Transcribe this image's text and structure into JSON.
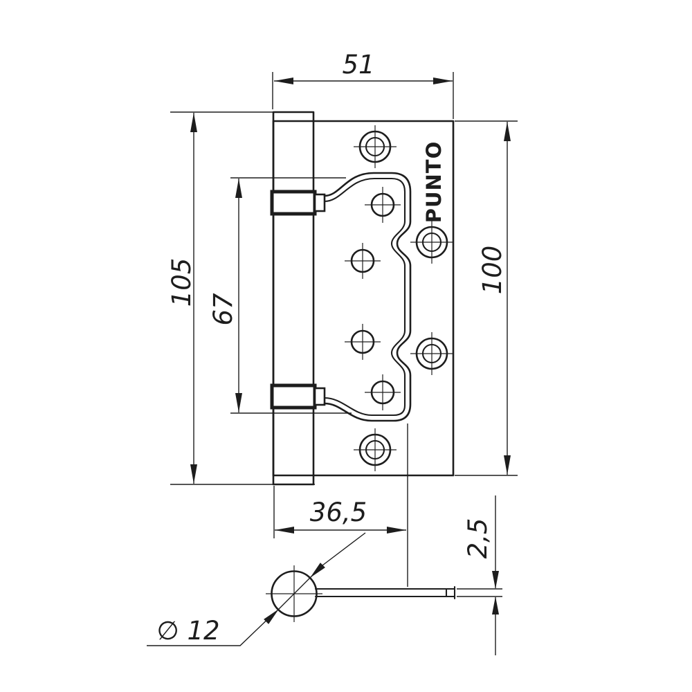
{
  "drawing": {
    "type": "technical-drawing",
    "subject": "overlay door hinge, front view and bottom section view",
    "brand": {
      "label": "PUNTO"
    },
    "colors": {
      "line": "#1d1d1d",
      "background": "#ffffff"
    },
    "dims": {
      "width_overall": {
        "label": "51",
        "meaning": "overall width, mm"
      },
      "height_overall": {
        "label": "105",
        "meaning": "overall height with knuckle, mm"
      },
      "height_leaf": {
        "label": "67",
        "meaning": "inner leaf height, mm"
      },
      "height_plate": {
        "label": "100",
        "meaning": "plate height, mm"
      },
      "width_leaf": {
        "label": "36,5",
        "meaning": "leaf width, mm"
      },
      "thickness": {
        "label": "2,5",
        "meaning": "leaf thickness, mm"
      },
      "diameter": {
        "label": "∅ 12",
        "meaning": "knuckle diameter, mm"
      }
    }
  }
}
